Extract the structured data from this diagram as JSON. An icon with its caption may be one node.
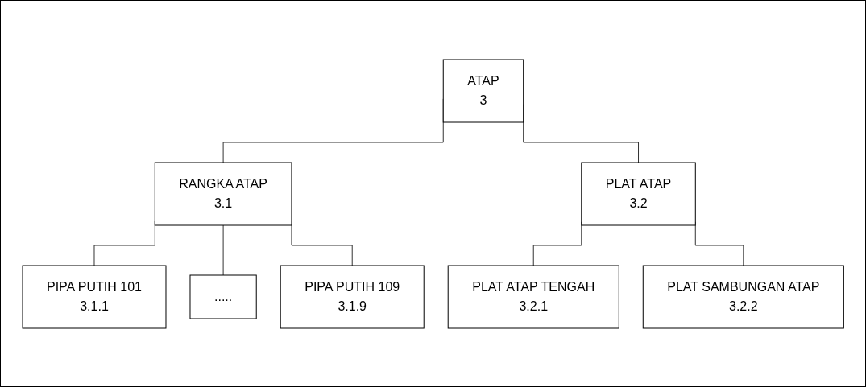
{
  "diagram": {
    "nodes": [
      {
        "text": [
          "ATAP",
          "3"
        ]
      },
      {
        "text": [
          "RANGKA ATAP",
          "3.1"
        ]
      },
      {
        "text": [
          "PLAT ATAP",
          "3.2"
        ]
      },
      {
        "text": [
          "PIPA PUTIH 101",
          "3.1.1"
        ]
      },
      {
        "text": [
          "....."
        ]
      },
      {
        "text": [
          "PIPA PUTIH 109",
          "3.1.9"
        ]
      },
      {
        "text": [
          "PLAT ATAP TENGAH",
          "3.2.1"
        ]
      },
      {
        "text": [
          "PLAT SAMBUNGAN ATAP",
          "3.2.2"
        ]
      }
    ],
    "edges": [
      {
        "from": 0,
        "to": 1,
        "arrow": "none"
      },
      {
        "from": 0,
        "to": 2,
        "arrow": "none"
      },
      {
        "from": 1,
        "to": 3,
        "arrow": "none"
      },
      {
        "from": 1,
        "to": 4,
        "arrow": "none"
      },
      {
        "from": 1,
        "to": 5,
        "arrow": "none"
      },
      {
        "from": 2,
        "to": 6,
        "arrow": "none"
      },
      {
        "from": 2,
        "to": 7,
        "arrow": "none"
      }
    ]
  }
}
